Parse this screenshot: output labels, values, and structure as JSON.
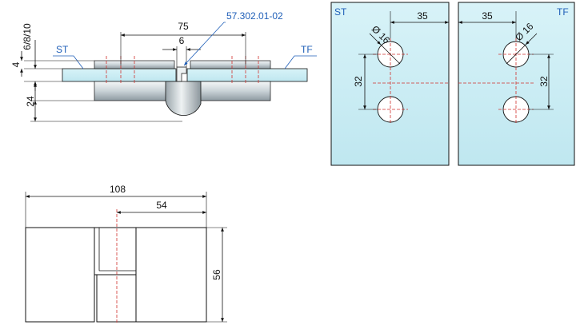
{
  "colors": {
    "glass": "#c8ecf4",
    "metal_light": "#e6ecef",
    "metal_dark": "#a9b4ba",
    "label_blue": "#1f5fb8",
    "centerline_red": "#d0312d",
    "outline": "#111111"
  },
  "side_view": {
    "part_number": "57.302.01-02",
    "label_st": "ST",
    "label_tf": "TF",
    "dim_width": "75",
    "dim_gap": "6",
    "dim_glass": "6/8/10",
    "dim_plate": "4",
    "dim_depth": "24"
  },
  "panel_st": {
    "label": "ST",
    "dim_edge": "35",
    "dim_hole": "Ø 16",
    "dim_spacing": "32"
  },
  "panel_tf": {
    "label": "TF",
    "dim_edge": "35",
    "dim_hole": "Ø 16",
    "dim_spacing": "32"
  },
  "front_view": {
    "dim_width": "108",
    "dim_half": "54",
    "dim_height": "56"
  }
}
